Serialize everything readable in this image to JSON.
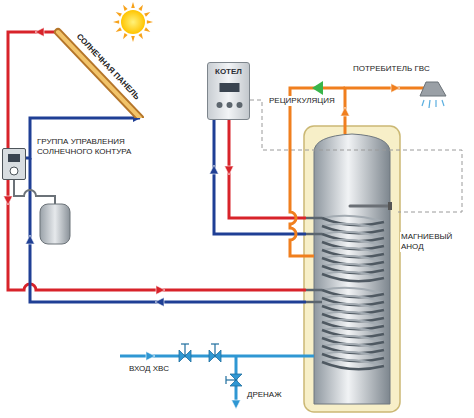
{
  "diagram": {
    "nodes": [
      {
        "text": [
          "СОЛНЕЧНАЯ ПАНЕЛЬ"
        ]
      },
      {
        "text": [
          "КОТЕЛ"
        ]
      },
      {
        "text": [
          "ГРУППА УПРАВЛЕНИЯ СОЛНЕЧНОГО КОНТУРА"
        ]
      }
    ],
    "edges": [
      {
        "from": 2,
        "to": 0,
        "arrow": "to"
      }
    ],
    "labels": [
      "ПОТРЕБИТЕЛЬ ГВС",
      "РЕЦИРКУЛЯЦИЯ",
      "МАГНИЕВЫЙ АНОД",
      "ВХОД ХВС",
      "ДРЕНАЖ"
    ]
  }
}
